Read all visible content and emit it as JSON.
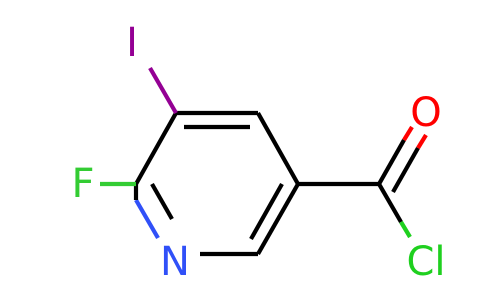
{
  "molecule": {
    "atoms": {
      "iodine": "I",
      "fluorine": "F",
      "nitrogen": "N",
      "oxygen": "O",
      "chlorine": "Cl"
    },
    "colors": {
      "bond": "#000000",
      "iodine": "#940094",
      "fluorine": "#33cc33",
      "nitrogen": "#3050f8",
      "oxygen": "#ff0000",
      "chlorine": "#1fd01f"
    }
  }
}
